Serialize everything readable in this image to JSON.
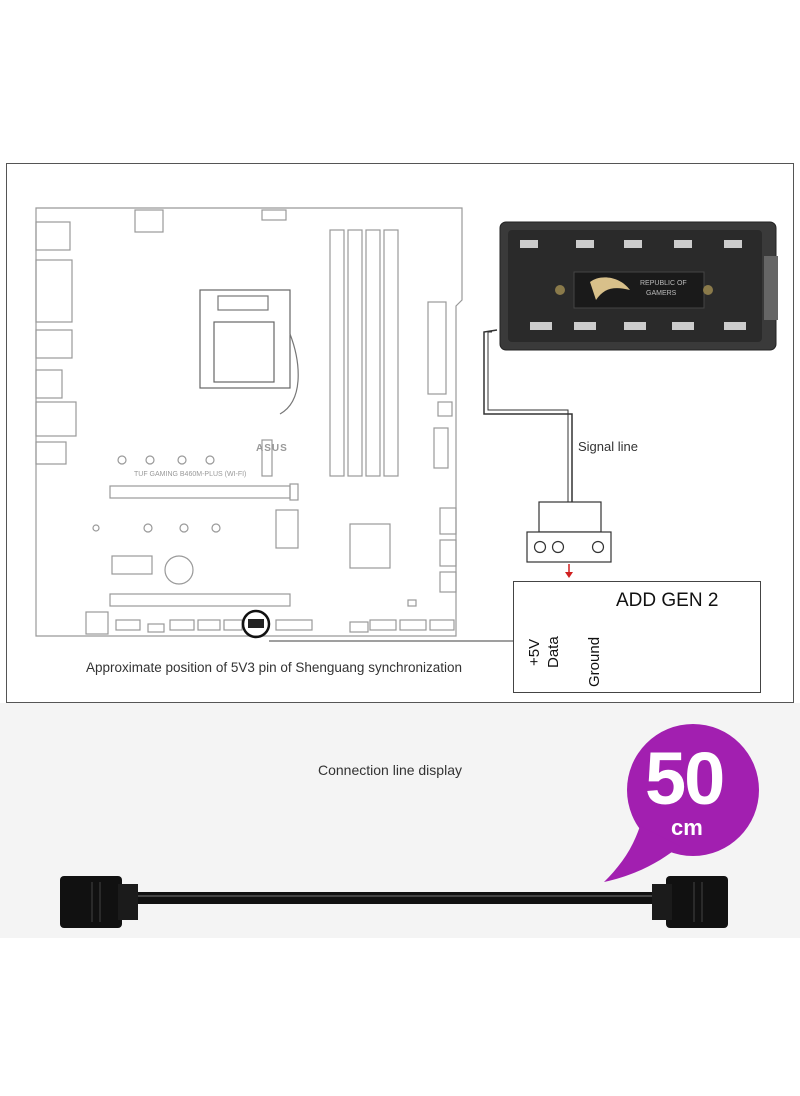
{
  "diagram": {
    "motherboard": {
      "brand_text": "ASUS",
      "model_text": "TUF GAMING B460M-PLUS (WI-FI)"
    },
    "hub": {
      "logo_text_line1": "REPUBLIC OF",
      "logo_text_line2": "GAMERS"
    },
    "signal_line_label": "Signal line",
    "connector_title": "ADD GEN 2",
    "pin_labels": [
      "+5V",
      "Data",
      "Ground"
    ],
    "position_caption": "Approximate position of 5V3 pin of Shenguang synchronization",
    "colors": {
      "badge": "#a21fb0",
      "arrow": "#d02020",
      "frame": "#555555"
    }
  },
  "cable_section": {
    "title": "Connection line display",
    "length_value": "50",
    "length_unit": "cm"
  }
}
